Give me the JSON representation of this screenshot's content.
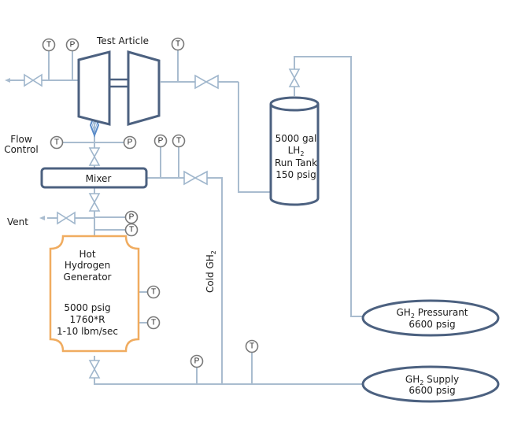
{
  "diagram": {
    "type": "process-flow-schematic",
    "colors": {
      "pipe": "#a9bccf",
      "equipment_outline": "#4c6180",
      "generator_outline": "#f0ac60",
      "flow_control": "#5b8cc9",
      "gauge_outline": "#7a7a7a",
      "text": "#1a1a1a"
    },
    "labels": {
      "test_article": "Test Article",
      "flow_control_line1": "Flow",
      "flow_control_line2": "Control",
      "mixer": "Mixer",
      "vent": "Vent",
      "cold_gh2": "Cold GH",
      "cold_gh2_sub": "2"
    },
    "run_tank": {
      "line1": "5000 gal",
      "line2": "LH",
      "line2_sub": "2",
      "line3": "Run Tank",
      "line4": "150 psig"
    },
    "generator": {
      "line1": "Hot",
      "line2": "Hydrogen",
      "line3": "Generator",
      "spec1": "5000 psig",
      "spec2": "1760*R",
      "spec3": "1-10 lbm/sec"
    },
    "pressurant": {
      "prefix": "GH",
      "sub": "2",
      "name": " Pressurant",
      "pressure": "6600 psig"
    },
    "supply": {
      "prefix": "GH",
      "sub": "2",
      "name": " Supply",
      "pressure": "6600 psig"
    },
    "gauges": {
      "temperature": "T",
      "pressure": "P"
    }
  }
}
